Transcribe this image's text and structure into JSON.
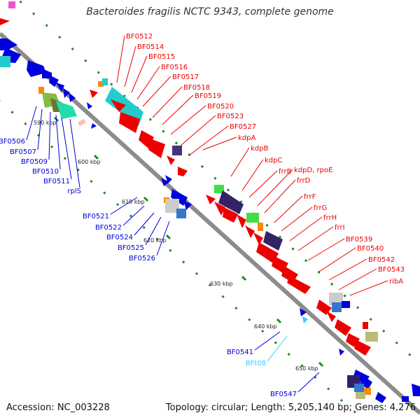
{
  "title": "Bacteroides fragilis NCTC 9343, complete genome",
  "accession_text": "Accession: NC_003228",
  "summary_text": "Topology: circular; Length: 5,205,140 bp; Genes: 4,276",
  "colors": {
    "forward": "#ee0000",
    "reverse": "#0000dd",
    "trna": "#33ccff",
    "backbone": "#999999",
    "tick": "#228822"
  },
  "scale_labels": [
    "590 kbp",
    "600 kbp",
    "610 kbp",
    "620 kbp",
    "630 kbp",
    "640 kbp",
    "650 kbp"
  ],
  "forward_genes": [
    "BF0512",
    "BF0514",
    "BF0515",
    "BF0516",
    "BF0517",
    "BF0518",
    "BF0519",
    "BF0520",
    "BF0523",
    "BF0527",
    "kdpA",
    "kdpB",
    "kdpC",
    "frrB",
    "kdpD, rpoE",
    "frrD",
    "frrF",
    "frrG",
    "frrH",
    "frrI",
    "BF0539",
    "BF0540",
    "BF0542",
    "BF0543",
    "ribA"
  ],
  "reverse_genes_upper": [
    "BF0506",
    "BF0507",
    "BF0509",
    "BF0510",
    "BF0511",
    "rplS"
  ],
  "reverse_genes_middle": [
    "BF0521",
    "BF0522",
    "BF0524",
    "BF0525",
    "BF0526"
  ],
  "reverse_genes_lower": [
    "BF0541",
    "BFt08",
    "BF0547"
  ]
}
